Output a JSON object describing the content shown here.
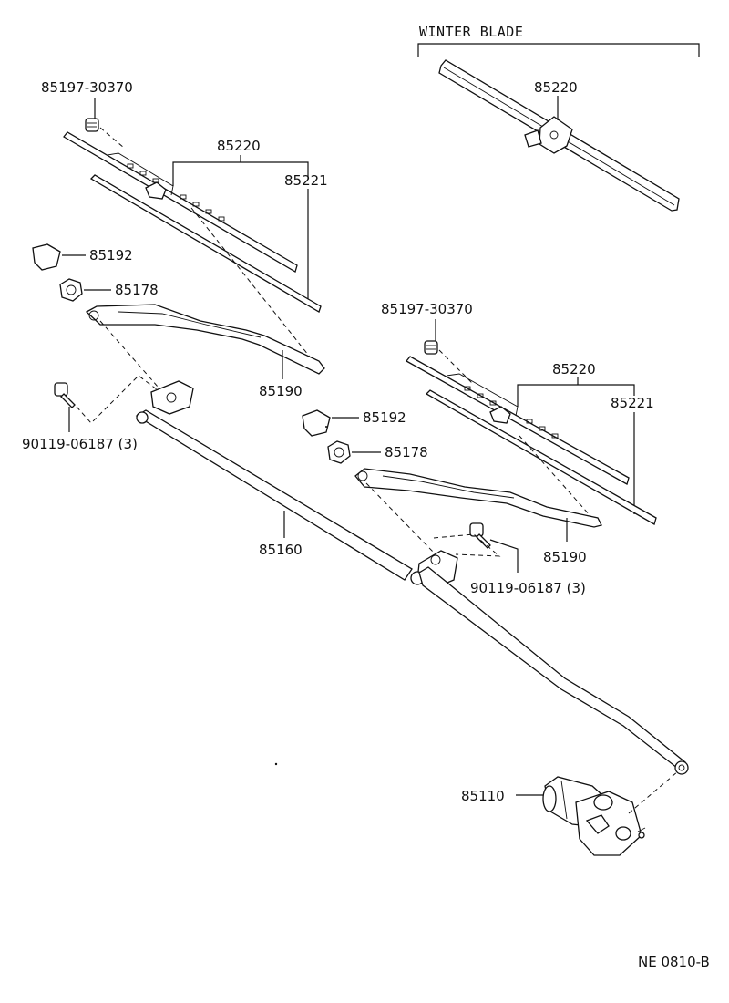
{
  "winter_blade": {
    "title": "WINTER BLADE",
    "part_85220": "85220"
  },
  "left_assembly": {
    "screw_85197": "85197-30370",
    "blade_85220": "85220",
    "refill_85221": "85221",
    "cap_85192": "85192",
    "nut_85178": "85178",
    "arm_85190": "85190",
    "bolt_90119": "90119-06187 (3)"
  },
  "right_assembly": {
    "screw_85197": "85197-30370",
    "blade_85220": "85220",
    "refill_85221": "85221",
    "cap_85192": "85192",
    "nut_85178": "85178",
    "arm_85190": "85190",
    "bolt_90119": "90119-06187 (3)"
  },
  "link_85160": "85160",
  "motor_85110": "85110",
  "figure_code": "NE 0810-B"
}
